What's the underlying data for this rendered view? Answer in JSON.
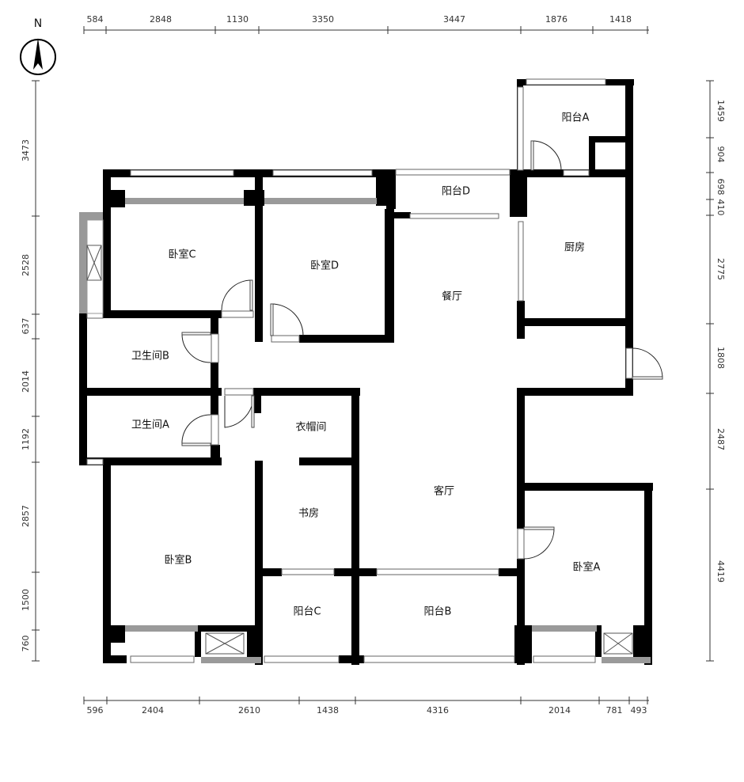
{
  "compass": {
    "label": "N"
  },
  "rooms": [
    {
      "id": "bedroom-c",
      "label": "卧室C"
    },
    {
      "id": "bedroom-d",
      "label": "卧室D"
    },
    {
      "id": "balcony-d",
      "label": "阳台D"
    },
    {
      "id": "balcony-a",
      "label": "阳台A"
    },
    {
      "id": "kitchen",
      "label": "厨房"
    },
    {
      "id": "dining",
      "label": "餐厅"
    },
    {
      "id": "bathroom-b",
      "label": "卫生间B"
    },
    {
      "id": "bathroom-a",
      "label": "卫生间A"
    },
    {
      "id": "cloakroom",
      "label": "衣帽间"
    },
    {
      "id": "study",
      "label": "书房"
    },
    {
      "id": "living",
      "label": "客厅"
    },
    {
      "id": "bedroom-b",
      "label": "卧室B"
    },
    {
      "id": "bedroom-a",
      "label": "卧室A"
    },
    {
      "id": "balcony-c",
      "label": "阳台C"
    },
    {
      "id": "balcony-b",
      "label": "阳台B"
    }
  ],
  "dimensions": {
    "top": [
      "584",
      "2848",
      "1130",
      "3350",
      "3447",
      "1876",
      "1418"
    ],
    "bottom": [
      "596",
      "2404",
      "2610",
      "1438",
      "4316",
      "2014",
      "781",
      "493"
    ],
    "left": [
      "3473",
      "2528",
      "637",
      "2014",
      "1192",
      "2857",
      "1500",
      "760"
    ],
    "right": [
      "1459",
      "904",
      "698",
      "410",
      "2775",
      "1808",
      "2487",
      "4419"
    ]
  }
}
